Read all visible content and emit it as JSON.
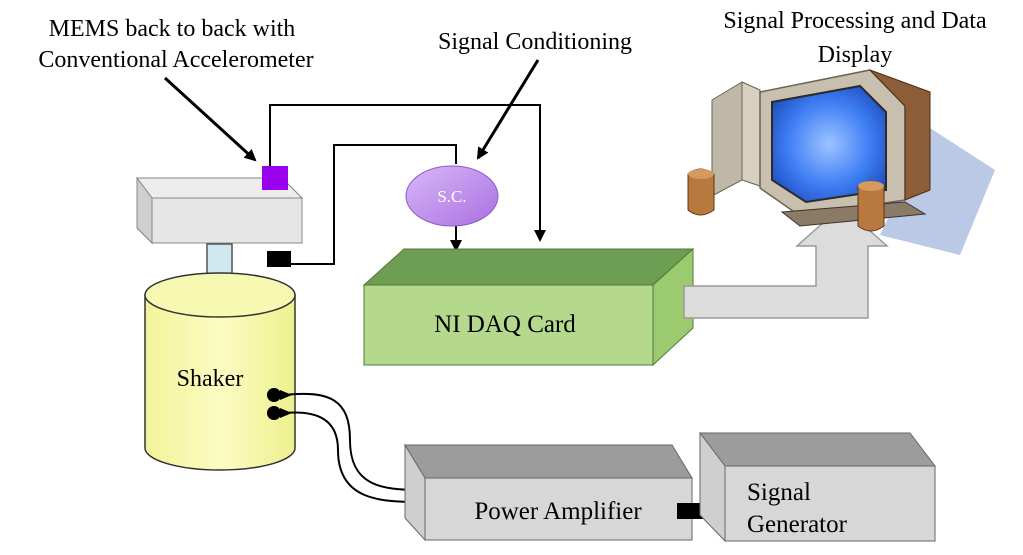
{
  "labels": {
    "mems_line1": "MEMS back to back with",
    "mems_line2": "Conventional Accelerometer",
    "signal_conditioning": "Signal Conditioning",
    "processing_line1": "Signal Processing and Data",
    "processing_line2": "Display"
  },
  "blocks": {
    "sc": "S.C.",
    "daq": "NI DAQ Card",
    "shaker": "Shaker",
    "power_amplifier": "Power Amplifier",
    "signal_generator_line1": "Signal",
    "signal_generator_line2": "Generator"
  },
  "colors": {
    "daq_front": "#b4d98c",
    "daq_top": "#6e9e53",
    "shaker_body": "#f7f9a6",
    "sc_fill": "#c79aee",
    "mems_sensor": "#9900ee",
    "gray_box": "#d7d7d7",
    "arrow_fill": "#dcdcdc",
    "screen": "#3f7ef5"
  }
}
